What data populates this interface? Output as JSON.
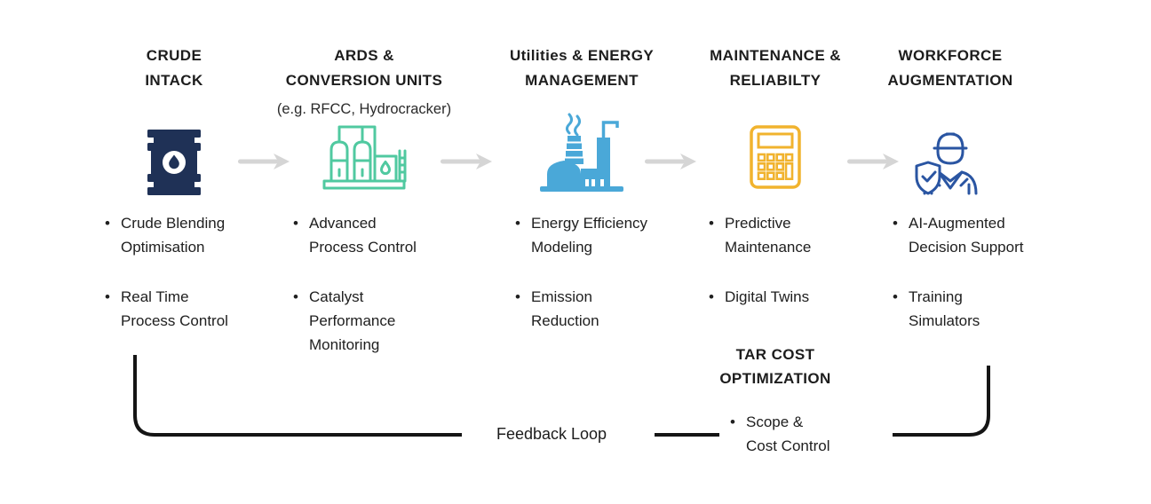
{
  "diagram": {
    "feedback_label": "Feedback Loop",
    "colors": {
      "crude_icon": "#1f3156",
      "refinery_icon": "#50c9a0",
      "factory_icon": "#4aa8d8",
      "calculator_icon": "#f1b32e",
      "worker_icon": "#2a55a2",
      "arrow": "#d5d5d5",
      "feedback_line": "#151515",
      "text": "#1f1f1f"
    },
    "columns": [
      {
        "id": "crude-intake",
        "title": "CRUDE\nINTACK",
        "icon": "oil-barrel-icon",
        "bullets": [
          "Crude Blending\nOptimisation",
          "Real Time\nProcess Control"
        ]
      },
      {
        "id": "ards-conversion-units",
        "title": "ARDS &\nCONVERSION UNITS",
        "subtitle": "(e.g. RFCC, Hydrocracker)",
        "icon": "refinery-plant-icon",
        "bullets": [
          "Advanced\nProcess Control",
          "Catalyst\nPerformance\nMonitoring"
        ]
      },
      {
        "id": "utilities-energy-management",
        "title": "Utilities & ENERGY\nMANAGEMENT",
        "icon": "factory-icon",
        "bullets": [
          "Energy Efficiency\nModeling",
          "Emission\nReduction"
        ]
      },
      {
        "id": "maintenance-reliability",
        "title": "MAINTENANCE &\nRELIABILTY",
        "icon": "calculator-icon",
        "bullets": [
          "Predictive\nMaintenance",
          "Digital Twins"
        ],
        "extra": {
          "title": "TAR COST\nOPTIMIZATION",
          "bullets": [
            "Scope &\nCost Control"
          ]
        }
      },
      {
        "id": "workforce-augmentation",
        "title": "WORKFORCE\nAUGMENTATION",
        "icon": "worker-shield-icon",
        "bullets": [
          "AI-Augmented\nDecision Support",
          "Training\nSimulators"
        ]
      }
    ]
  }
}
